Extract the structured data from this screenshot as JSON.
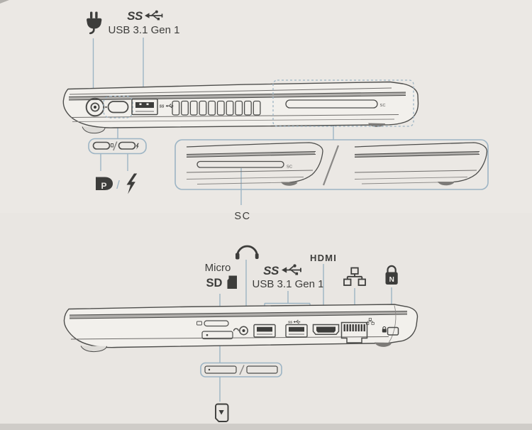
{
  "colors": {
    "paper": "#e9e6e2",
    "ink": "#3d3d3b",
    "outline": "#4d4d4b",
    "leader": "#9cb4c4",
    "page_edge": "#cfccc8"
  },
  "icons": {
    "power": "power-plug-icon",
    "usb_superspeed": "usb-superspeed-trident-icon",
    "displayport": "displayport-icon",
    "thunderbolt": "thunderbolt-icon",
    "headset": "headset-icon",
    "microsd_card": "microsd-card-icon",
    "ethernet": "ethernet-network-icon",
    "security_lock": "security-lock-icon",
    "sim_card": "sim-card-icon"
  },
  "left_side_diagram": {
    "usb_logo_text": "SS",
    "usb_label": "USB 3.1 Gen 1",
    "usb_port_mark": "SS",
    "typec_separator": "/",
    "displayport_letter": "P",
    "smartcard_port_mark": "SC",
    "smartcard_callout_mark": "SC",
    "smartcard_caption": "SC"
  },
  "right_side_diagram": {
    "microsd_label_line1": "Micro",
    "microsd_label_line2": "SD",
    "usb_logo_text": "SS",
    "usb_label": "USB 3.1 Gen 1",
    "usb_port_mark": "SS",
    "hdmi_label": "HDMI",
    "lock_letter": "N"
  }
}
